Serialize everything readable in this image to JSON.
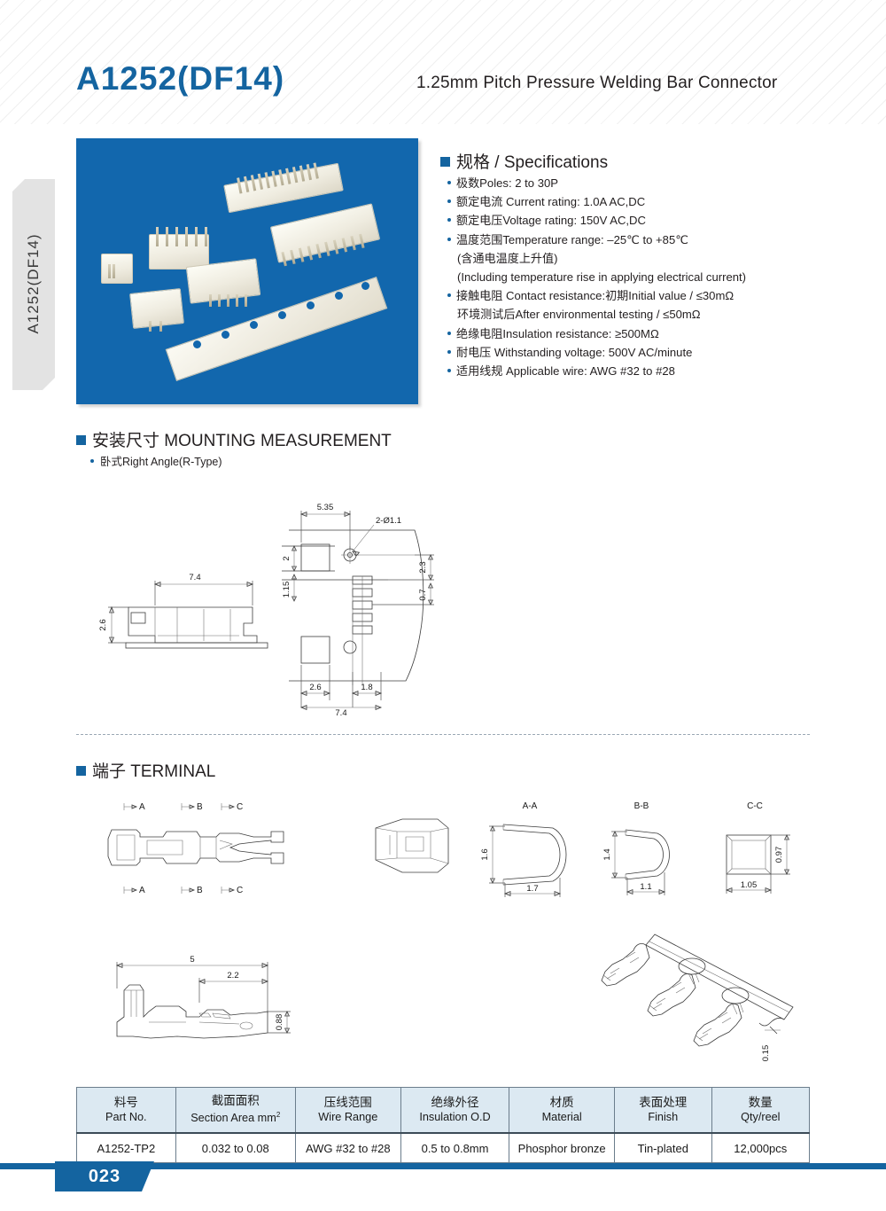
{
  "header": {
    "title": "A1252(DF14)",
    "subtitle": "1.25mm Pitch Pressure Welding Bar Connector"
  },
  "side_tab": {
    "label": "A1252(DF14)"
  },
  "specifications": {
    "heading": "规格 / Specifications",
    "items": [
      "极数Poles: 2 to 30P",
      "额定电流 Current rating: 1.0A AC,DC",
      "额定电压Voltage rating: 150V AC,DC",
      "温度范围Temperature range: –25℃ to +85℃",
      "接触电阻 Contact resistance:初期Initial value / ≤30mΩ",
      "绝缘电阻Insulation resistance: ≥500MΩ",
      "耐电压 Withstanding voltage: 500V AC/minute",
      "适用线规 Applicable wire: AWG #32 to #28"
    ],
    "continuation_temp_1": "(含通电温度上升值)",
    "continuation_temp_2": "(Including temperature rise in applying electrical current)",
    "continuation_contact": "环境测试后After environmental testing / ≤50mΩ"
  },
  "mounting": {
    "heading": "安装尺寸 MOUNTING MEASUREMENT",
    "subheading": "卧式Right Angle(R-Type)",
    "side_view_dims": {
      "width": "7.4",
      "height": "2.6"
    },
    "top_view_dims": {
      "d_535": "5.35",
      "d_hole": "2-Ø1.1",
      "d_2": "2",
      "d_115": "1.15",
      "d_23": "2.3",
      "d_07": "0.7",
      "d_26": "2.6",
      "d_18": "1.8",
      "d_74": "7.4"
    }
  },
  "terminal": {
    "heading": "端子 TERMINAL",
    "section_marks_top": [
      "A",
      "B",
      "C"
    ],
    "section_marks_bottom": [
      "A",
      "B",
      "C"
    ],
    "sections": [
      {
        "label": "A-A",
        "width": "1.7",
        "height": "1.6"
      },
      {
        "label": "B-B",
        "width": "1.1",
        "height": "1.4"
      },
      {
        "label": "C-C",
        "width": "1.05",
        "height": "0.97"
      }
    ],
    "side_view_dims": {
      "len_total": "5",
      "len_partial": "2.2",
      "height": "0.88"
    },
    "strip_dim": "0.15"
  },
  "table": {
    "headers": [
      {
        "cn": "料号",
        "en": "Part No."
      },
      {
        "cn": "截面面积",
        "en": "Section Area mm",
        "sup": "2"
      },
      {
        "cn": "压线范围",
        "en": "Wire Range"
      },
      {
        "cn": "绝缘外径",
        "en": "Insulation O.D"
      },
      {
        "cn": "材质",
        "en": "Material"
      },
      {
        "cn": "表面处理",
        "en": "Finish"
      },
      {
        "cn": "数量",
        "en": "Qty/reel"
      }
    ],
    "row": [
      "A1252-TP2",
      "0.032 to 0.08",
      "AWG #32 to #28",
      "0.5 to 0.8mm",
      "Phosphor bronze",
      "Tin-plated",
      "12,000pcs"
    ]
  },
  "footer": {
    "page_number": "023"
  },
  "colors": {
    "brand_blue": "#1464a0",
    "photo_bg": "#1267ad",
    "table_header_bg": "#dce9f2"
  }
}
